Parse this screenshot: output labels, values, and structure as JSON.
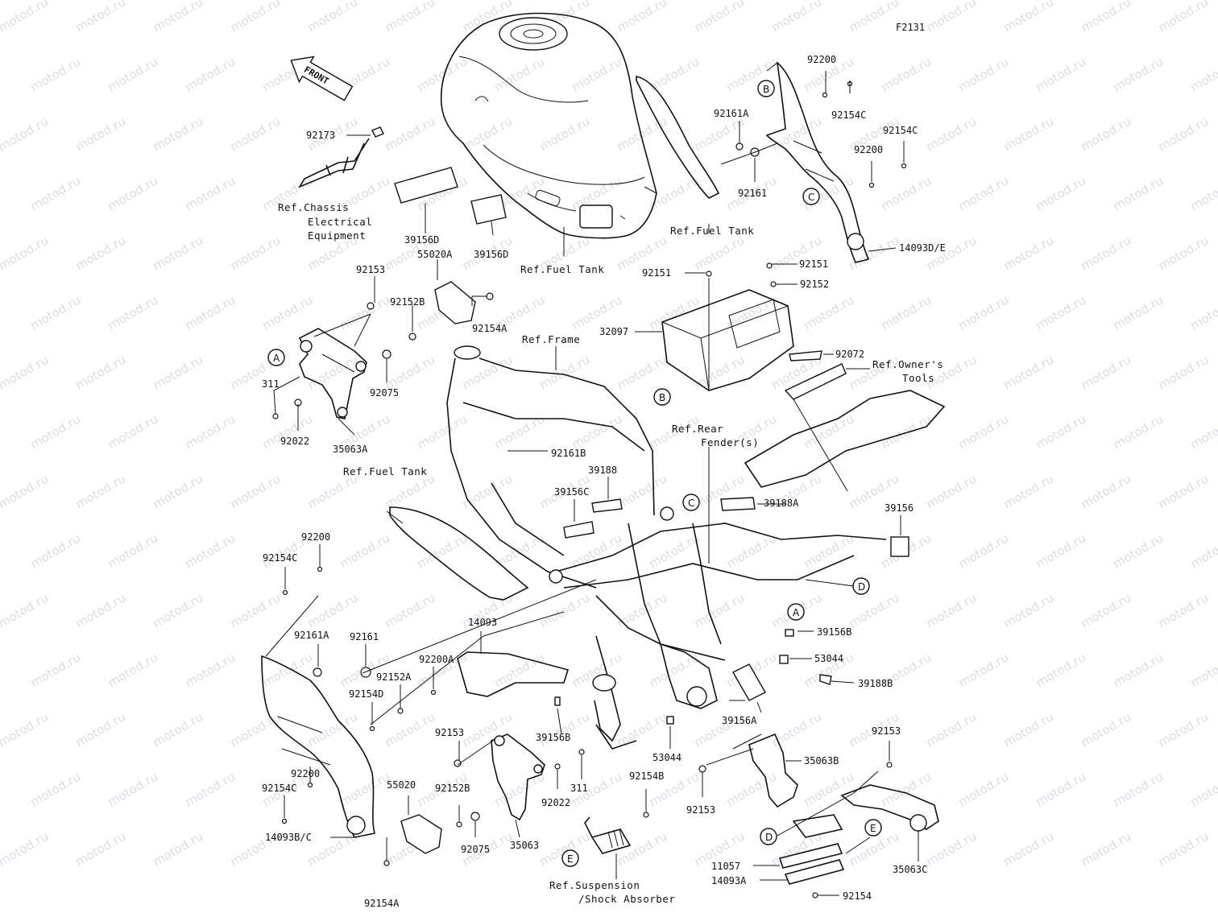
{
  "diagram_code": "F2131",
  "front_arrow": "FRONT",
  "watermark_text": "motod.ru",
  "callout_letters": {
    "A1": "A",
    "A2": "A",
    "B1": "B",
    "B2": "B",
    "C1": "C",
    "C2": "C",
    "D1": "D",
    "D2": "D",
    "E1": "E",
    "E2": "E"
  },
  "refs": {
    "chassis_1": "Ref.Chassis",
    "chassis_2": "Electrical",
    "chassis_3": "Equipment",
    "fuel_tank_top": "Ref.Fuel Tank",
    "fuel_tank_right": "Ref.Fuel Tank",
    "fuel_tank_left": "Ref.Fuel Tank",
    "frame": "Ref.Frame",
    "owners_1": "Ref.Owner's",
    "owners_2": "Tools",
    "rear_fender_1": "Ref.Rear",
    "rear_fender_2": "Fender(s)",
    "suspension_1": "Ref.Suspension",
    "suspension_2": "/Shock Absorber"
  },
  "parts": {
    "p92173": "92173",
    "p39156D_a": "39156D",
    "p39156D_b": "39156D",
    "p55020A": "55020A",
    "p92153_tl": "92153",
    "p92152B_tl": "92152B",
    "p92154A_tl": "92154A",
    "p311_l": "311",
    "p92075_l": "92075",
    "p92022_l": "92022",
    "p35063A": "35063A",
    "p92200_tr1": "92200",
    "p92154C_tr1": "92154C",
    "p92161A_tr": "92161A",
    "p92154C_tr2": "92154C",
    "p92200_tr2": "92200",
    "p92161_tr": "92161",
    "p14093DE": "14093D/E",
    "p92151_a": "92151",
    "p92151_b": "92151",
    "p92152": "92152",
    "p32097": "32097",
    "p92072": "92072",
    "p92161B": "92161B",
    "p39188": "39188",
    "p39156C": "39156C",
    "p39188A": "39188A",
    "p39156": "39156",
    "p92200_l": "92200",
    "p92154C_l": "92154C",
    "p92161A_l": "92161A",
    "p92161_l": "92161",
    "p92200A": "92200A",
    "p92152A": "92152A",
    "p92154D": "92154D",
    "p14093": "14093",
    "p39156B": "39156B",
    "p53044_r": "53044",
    "p39188B": "39188B",
    "p39156A": "39156A",
    "p92153_c": "92153",
    "p39156B_c": "39156B",
    "p53044_c": "53044",
    "p92152B_c": "92152B",
    "p311_c": "311",
    "p92022_c": "92022",
    "p92200_bl": "92200",
    "p92154C_bl": "92154C",
    "p14093BC": "14093B/C",
    "p55020": "55020",
    "p92075_c": "92075",
    "p35063": "35063",
    "p92154A_b": "92154A",
    "p92154B": "92154B",
    "p92153_r": "92153",
    "p35063B": "35063B",
    "p92153_r2": "92153",
    "p11057": "11057",
    "p14093A": "14093A",
    "p92154": "92154",
    "p35063C": "35063C"
  }
}
